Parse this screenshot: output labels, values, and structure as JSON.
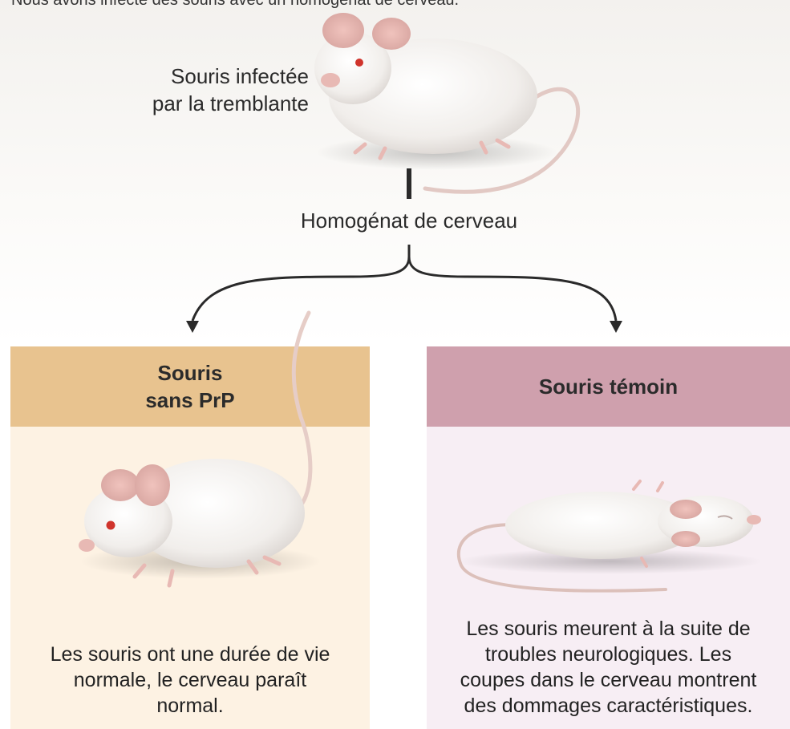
{
  "header": {
    "cut_text": "Nous avons infecté des souris avec un homogénat de cerveau."
  },
  "top": {
    "infected_label_line1": "Souris infectée",
    "infected_label_line2": "par la tremblante",
    "homogenate_label": "Homogénat de cerveau"
  },
  "left_panel": {
    "title_line1": "Souris",
    "title_line2": "sans PrP",
    "text_line1": "Les souris ont une durée de vie",
    "text_line2": "normale, le cerveau paraît",
    "text_line3": "normal."
  },
  "right_panel": {
    "title": "Souris témoin",
    "text_line1": "Les souris meurent à la suite de",
    "text_line2": "troubles neurologiques. Les",
    "text_line3": "coupes dans le cerveau montrent",
    "text_line4": "des dommages caractéristiques."
  },
  "colors": {
    "left_header": "#e8c38f",
    "left_body": "#fdf2e3",
    "right_header": "#cfa0ad",
    "right_body": "#f7eef4",
    "mouse_body": "#f4f1ee",
    "mouse_pink": "#e8b9b4",
    "eye_red": "#d0342c"
  },
  "icons": [
    "mouse-infected-icon",
    "mouse-healthy-icon",
    "mouse-dead-icon",
    "arrow-down-icon"
  ]
}
